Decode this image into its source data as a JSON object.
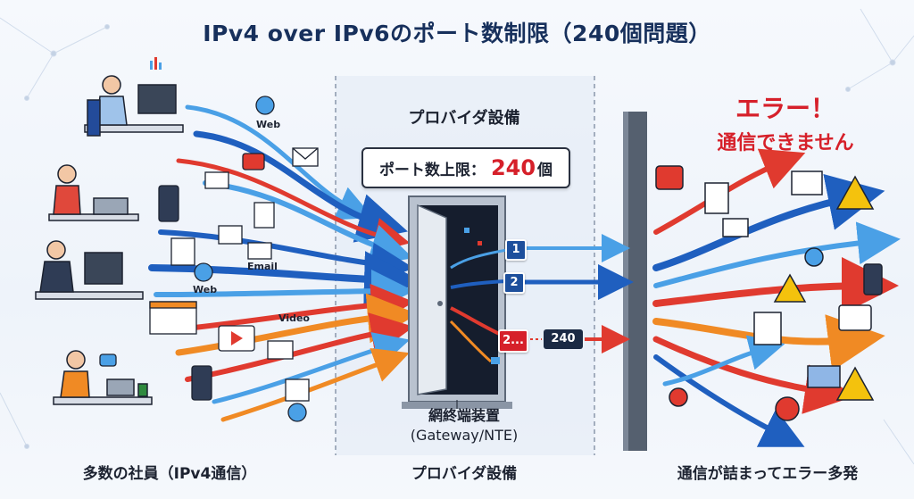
{
  "title": "IPv4 over IPv6のポート数制限（240個問題）",
  "sections": {
    "left_label": "多数の社員（IPv4通信）",
    "middle_label": "プロバイダ設備",
    "right_label": "通信が詰まってエラー多発"
  },
  "provider": {
    "heading": "プロバイダ設備",
    "sign_label": "ポート数上限：",
    "sign_value": "240",
    "sign_unit": "個",
    "device_name": "網終端装置",
    "device_sub": "(Gateway/NTE)"
  },
  "ports": {
    "first": "1",
    "second": "2",
    "dots": "2...",
    "last": "240"
  },
  "error": {
    "line1": "エラー！",
    "line2": "通信できません"
  },
  "traffic_tags": {
    "web1": "Web",
    "email": "Email",
    "web2": "Web",
    "video": "Video"
  },
  "colors": {
    "blue": "#1f5fbf",
    "lightblue": "#4aa0e6",
    "red": "#e03a2f",
    "orange": "#f08a24",
    "navy": "#17305c"
  },
  "icons": [
    "web-globe-icon",
    "email-icon",
    "video-play-icon",
    "at-sign-icon",
    "warning-icon",
    "error-x-icon",
    "chart-icon",
    "document-icon"
  ]
}
